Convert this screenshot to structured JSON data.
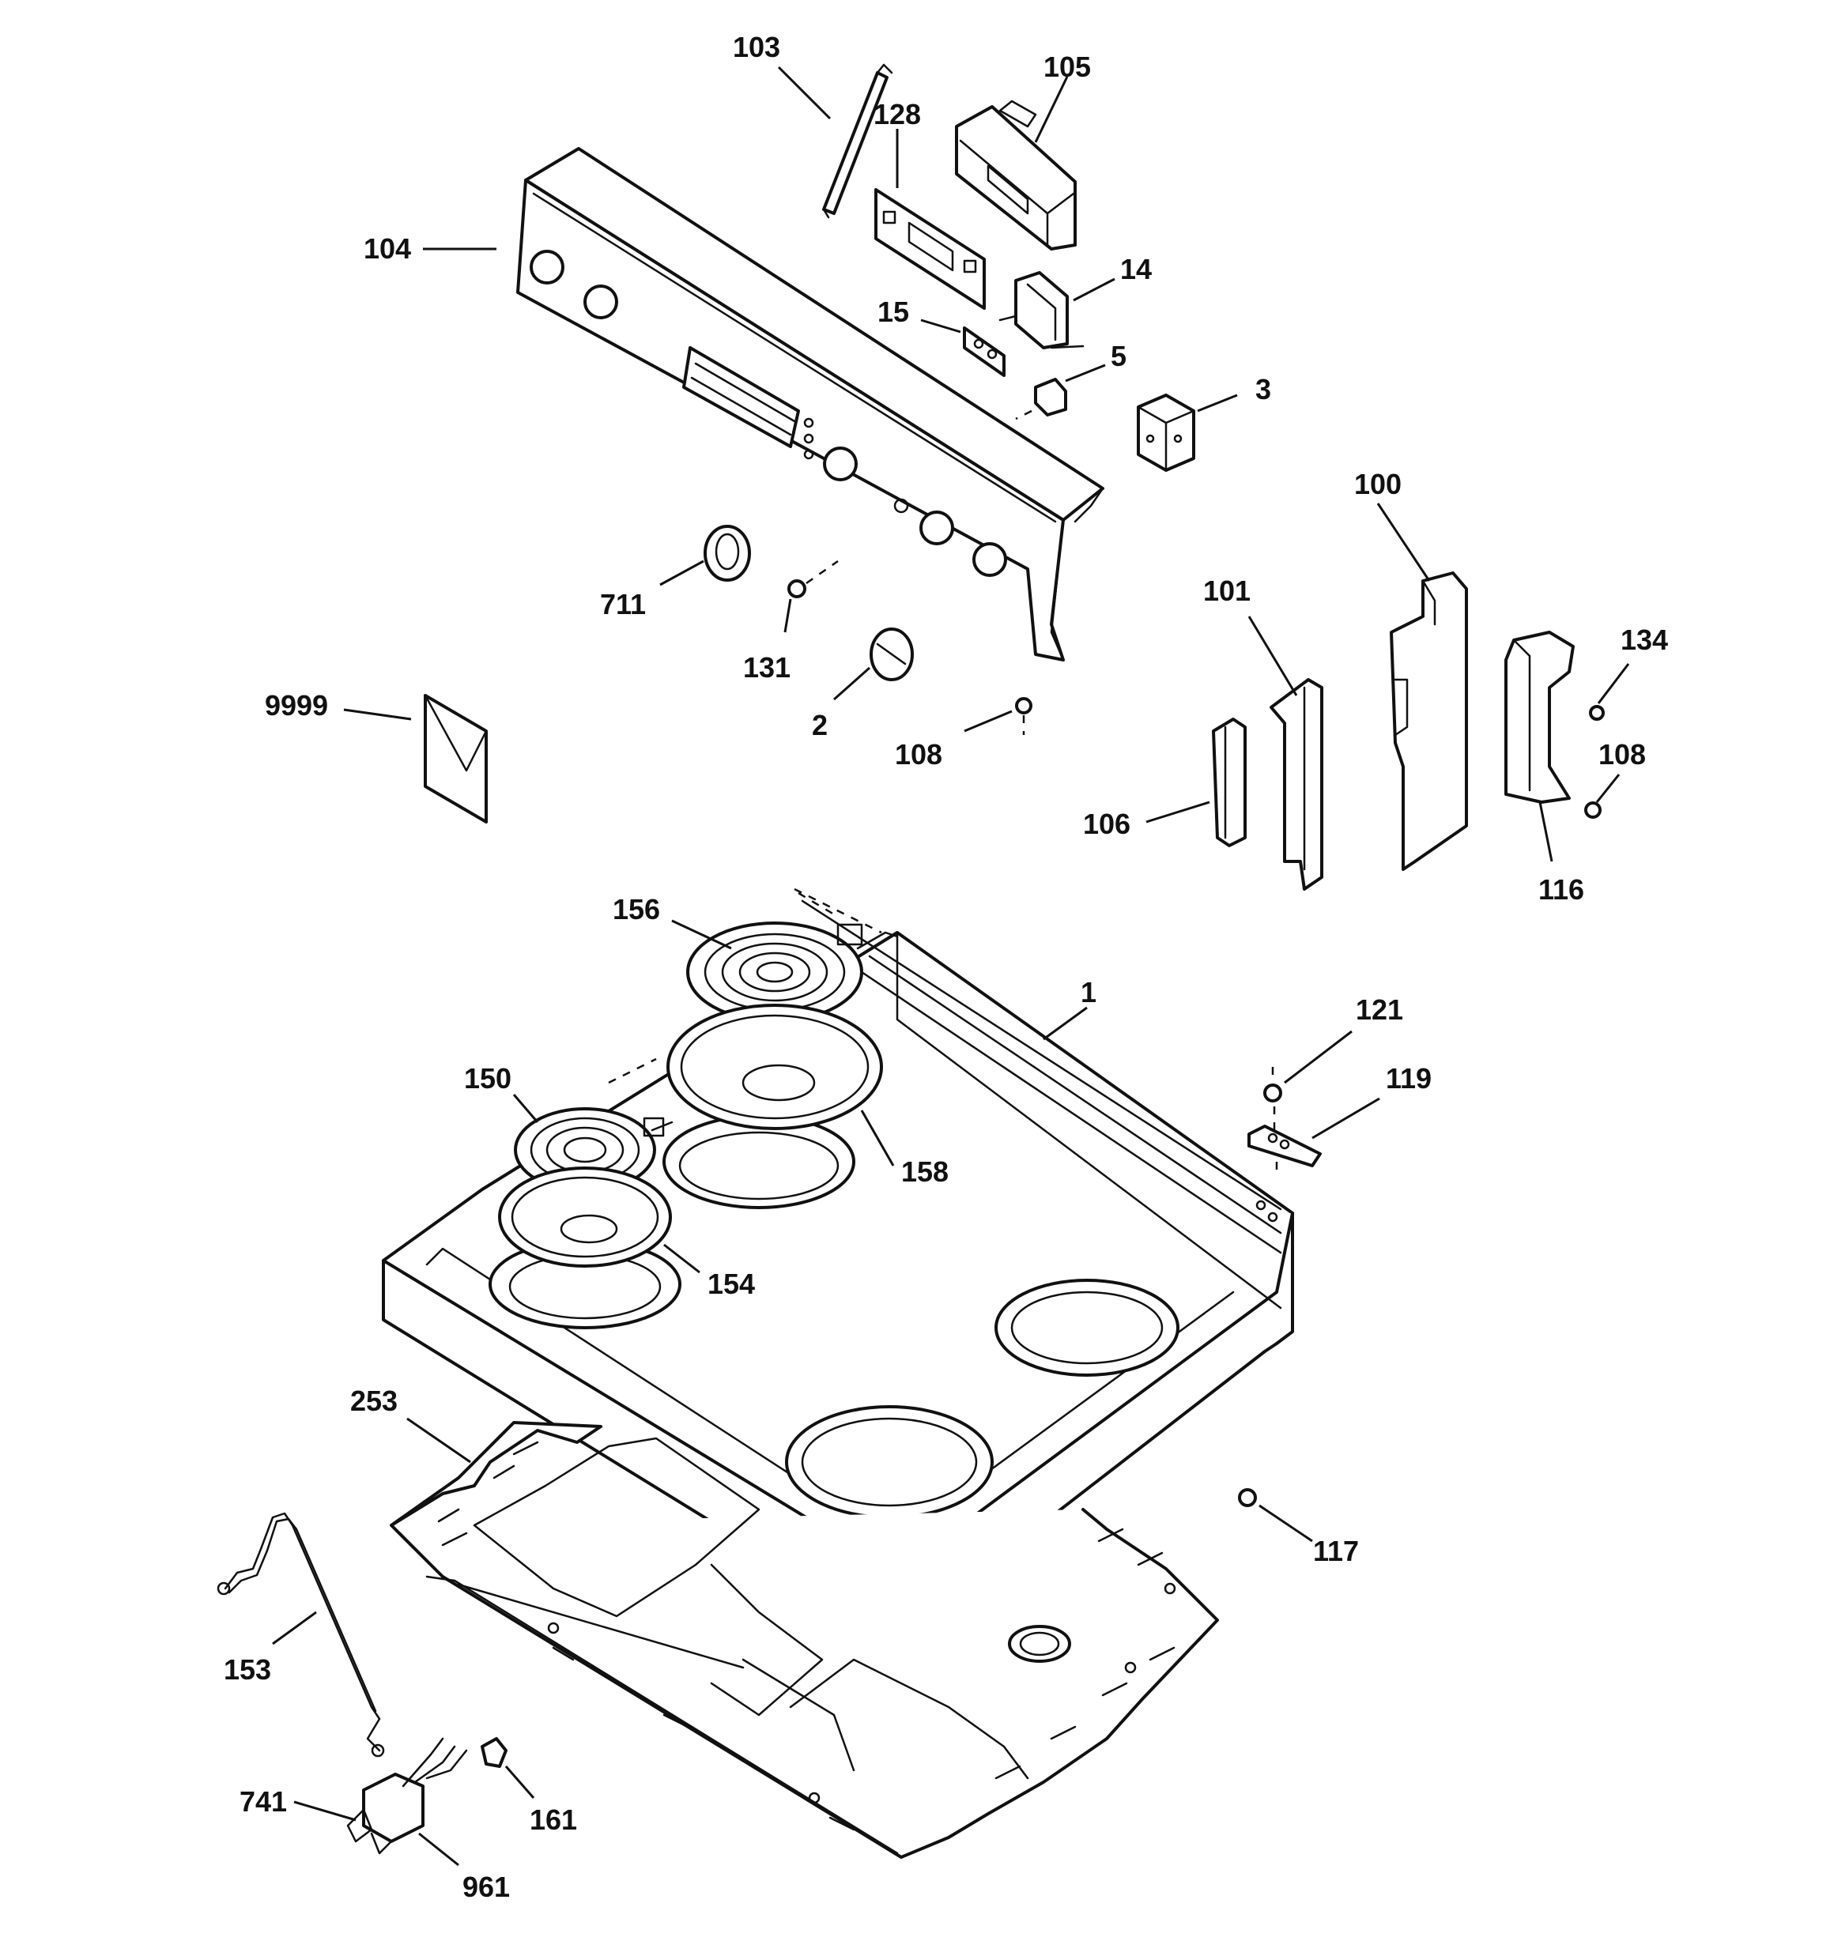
{
  "diagram": {
    "type": "exploded-parts-diagram",
    "subject": "electric range cooktop and control panel",
    "part_labels": {
      "p1": "1",
      "p2": "2",
      "p3": "3",
      "p5": "5",
      "p14": "14",
      "p15": "15",
      "p100": "100",
      "p101": "101",
      "p103": "103",
      "p104": "104",
      "p105": "105",
      "p106": "106",
      "p108a": "108",
      "p108b": "108",
      "p116": "116",
      "p117": "117",
      "p119": "119",
      "p121": "121",
      "p128": "128",
      "p131": "131",
      "p134": "134",
      "p150": "150",
      "p153": "153",
      "p154": "154",
      "p156": "156",
      "p158": "158",
      "p161": "161",
      "p253": "253",
      "p711": "711",
      "p741": "741",
      "p961": "961",
      "p9999": "9999"
    }
  }
}
